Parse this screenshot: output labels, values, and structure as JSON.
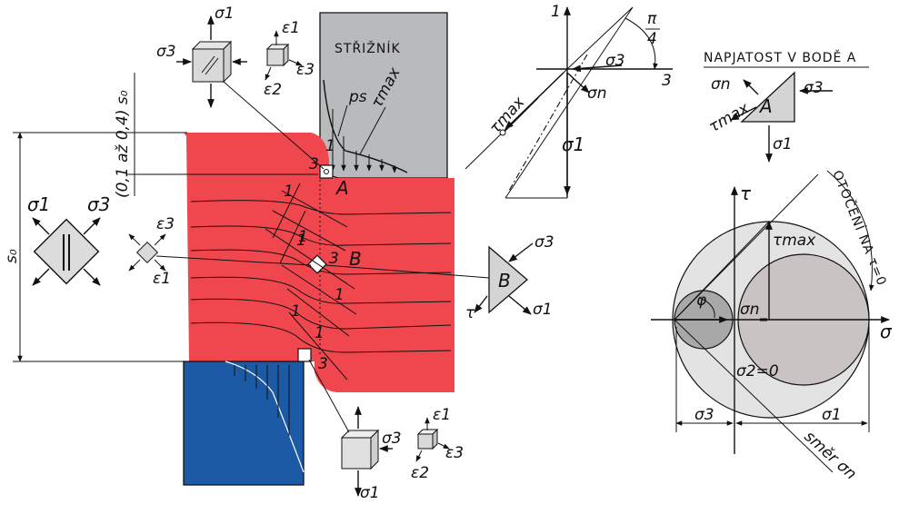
{
  "colors": {
    "sheet_red": "#f0474f",
    "punch_gray": "#b9babc",
    "die_blue": "#1d5aa6",
    "circle_outer": "#e3e3e3",
    "circle_right": "#c9c3c3",
    "circle_left": "#a8a8a8",
    "ink": "#111111"
  },
  "labels": {
    "punch": "STŘIŽNÍK",
    "ps": "ps",
    "tau_max": "τmax",
    "point_a": "A",
    "point_b": "B",
    "num_1": "1",
    "num_3": "3",
    "sigma1": "σ1",
    "sigma3": "σ3",
    "sigma_n": "σn",
    "eps1": "ε1",
    "eps2": "ε2",
    "eps3": "ε3",
    "tau": "τ",
    "sigma": "σ",
    "so": "s₀",
    "gap_formula": "(0,1 až 0,4) s₀",
    "pi_over_4_num": "π",
    "pi_over_4_den": "4",
    "title_a": "NAPJATOST V BODĚ A",
    "rotation": "OTOČENÍ NA τ=0",
    "sigma2_zero": "σ2=0",
    "phi": "φ",
    "direction": "směr σn"
  },
  "icons": {
    "stress_cube": "cube-element-icon",
    "strain_cube": "small-cube-icon",
    "stress_diamond": "diamond-element-icon",
    "stress_triangle": "triangle-element-icon"
  }
}
